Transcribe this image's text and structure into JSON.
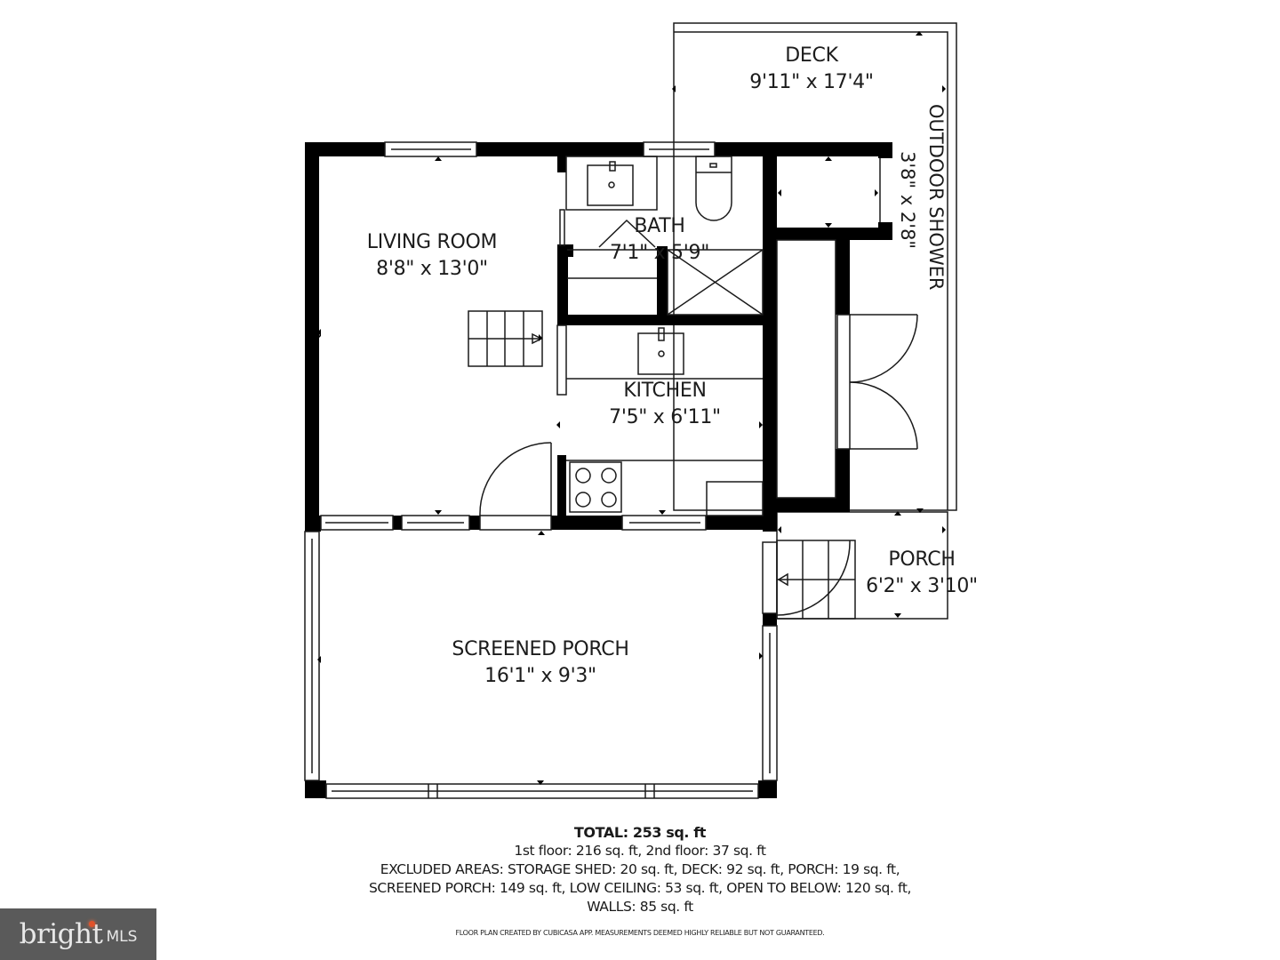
{
  "rooms": {
    "deck": {
      "name": "DECK",
      "dims": "9'11\" x 17'4\""
    },
    "outdoor_shower": {
      "name": "OUTDOOR SHOWER",
      "dims": "3'8\" x 2'8\""
    },
    "living_room": {
      "name": "LIVING ROOM",
      "dims": "8'8\" x 13'0\""
    },
    "bath": {
      "name": "BATH",
      "dims": "7'1\" x 5'9\""
    },
    "kitchen": {
      "name": "KITCHEN",
      "dims": "7'5\" x 6'11\""
    },
    "porch": {
      "name": "PORCH",
      "dims": "6'2\" x 3'10\""
    },
    "screened_porch": {
      "name": "SCREENED PORCH",
      "dims": "16'1\" x 9'3\""
    }
  },
  "summary": {
    "total": "TOTAL: 253 sq. ft",
    "floors": "1st floor: 216 sq. ft, 2nd floor: 37 sq. ft",
    "excluded_line1": "EXCLUDED AREAS: STORAGE SHED: 20 sq. ft, DECK: 92 sq. ft, PORCH: 19 sq. ft,",
    "excluded_line2": "SCREENED PORCH: 149 sq. ft, LOW CEILING: 53 sq. ft, OPEN TO BELOW: 120 sq. ft,",
    "excluded_line3": "WALLS: 85 sq. ft"
  },
  "disclaimer": "FLOOR PLAN CREATED BY CUBICASA APP. MEASUREMENTS DEEMED HIGHLY RELIABLE BUT NOT GUARANTEED.",
  "logo": {
    "brand": "bright",
    "suffix": "MLS",
    "background": "#5a5a5a",
    "accent": "#e0522a"
  },
  "colors": {
    "wall": "#000000",
    "line": "#1a1a1a",
    "background": "#ffffff"
  }
}
